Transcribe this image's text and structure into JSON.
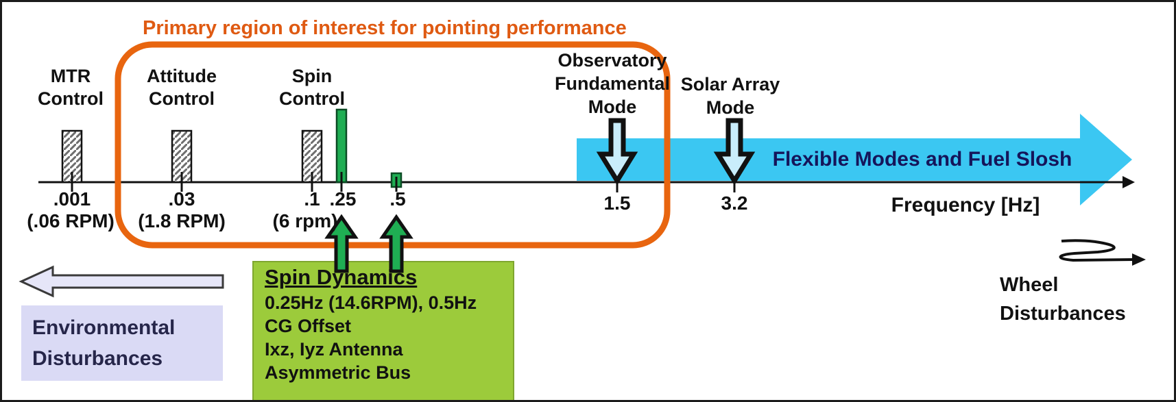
{
  "title": {
    "text": "Primary region of interest for pointing performance"
  },
  "axis": {
    "label": "Frequency [Hz]",
    "ticks": [
      {
        "label": ".001",
        "sub": "(.06 RPM)"
      },
      {
        "label": ".03",
        "sub": "(1.8 RPM)"
      },
      {
        "label": ".1",
        "sub": "(6 rpm)"
      },
      {
        "label": ".25"
      },
      {
        "label": ".5"
      },
      {
        "label": "1.5"
      },
      {
        "label": "3.2"
      }
    ]
  },
  "control_bars": [
    {
      "line1": "MTR",
      "line2": "Control"
    },
    {
      "line1": "Attitude",
      "line2": "Control"
    },
    {
      "line1": "Spin",
      "line2": "Control"
    }
  ],
  "mode_arrows": [
    {
      "line1": "Observatory",
      "line2": "Fundamental",
      "line3": "Mode",
      "freq": "1.5"
    },
    {
      "line1": "Solar Array",
      "line2": "Mode",
      "freq": "3.2"
    }
  ],
  "flexible_band": {
    "label": "Flexible Modes and Fuel Slosh"
  },
  "environmental": {
    "line1": "Environmental",
    "line2": "Disturbances"
  },
  "wheel": {
    "line1": "Wheel",
    "line2": "Disturbances"
  },
  "spin_dynamics": {
    "title": "Spin Dynamics",
    "lines": [
      "0.25Hz (14.6RPM), 0.5Hz",
      "CG Offset",
      "Ixz, Iyz Antenna",
      "Asymmetric Bus"
    ]
  },
  "colors": {
    "orange_accent": "#e8650f",
    "blue_band": "#3bc7f2",
    "mode_arrow_fill": "#c9edfb",
    "green_marker": "#1fae53",
    "green_box": "#9ccb3b",
    "lavender_box": "#dadaf5",
    "navy_text": "#15155a"
  }
}
